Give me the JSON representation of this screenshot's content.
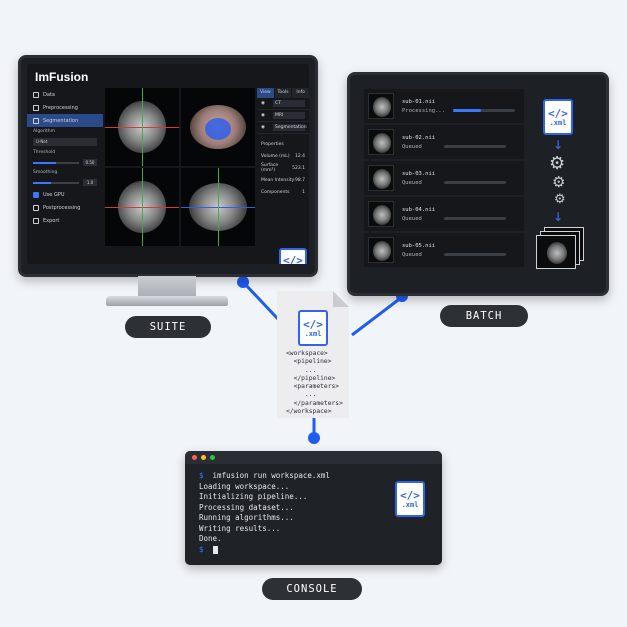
{
  "suite": {
    "logo": "ImFusion",
    "sidebar": [
      {
        "label": "Data",
        "icon": "file-icon"
      },
      {
        "label": "Preprocessing",
        "icon": "preprocess-icon"
      },
      {
        "label": "Segmentation",
        "icon": "segmentation-icon",
        "active": true
      }
    ],
    "params": {
      "algorithm_label": "Algorithm",
      "algorithm_value": "U-Net",
      "threshold_label": "Threshold",
      "threshold_value": "0.50",
      "threshold_level": 0.5,
      "smoothing_label": "Smoothing",
      "smoothing_value": "1.0",
      "smoothing_level": 0.4,
      "gpu_label": "Use GPU"
    },
    "sidebar_bottom": [
      {
        "label": "Postprocessing",
        "icon": "postprocess-icon"
      },
      {
        "label": "Export",
        "icon": "export-icon"
      }
    ],
    "tabs": [
      "View",
      "Tools",
      "Info"
    ],
    "layers": [
      "CT",
      "MRI",
      "Segmentation"
    ],
    "properties_title": "Properties",
    "properties": [
      {
        "label": "Volume (mL)",
        "value": "12.4"
      },
      {
        "label": "Surface (mm²)",
        "value": "523.1"
      },
      {
        "label": "Mean Intensity",
        "value": "98.7"
      },
      {
        "label": "Components",
        "value": "1"
      }
    ],
    "label": "SUITE"
  },
  "xml_icon": {
    "glyph": "</>",
    "ext": ".xml"
  },
  "batch": {
    "items": [
      {
        "name": "sub-01.nii",
        "status": "Processing...",
        "progress": 0.45
      },
      {
        "name": "sub-02.nii",
        "status": "Queued",
        "progress": 0
      },
      {
        "name": "sub-03.nii",
        "status": "Queued",
        "progress": 0
      },
      {
        "name": "sub-04.nii",
        "status": "Queued",
        "progress": 0
      },
      {
        "name": "sub-05.nii",
        "status": "Queued",
        "progress": 0
      }
    ],
    "label": "BATCH"
  },
  "workspace_xml": [
    "<workspace>",
    "  <pipeline>",
    "     ...",
    "  </pipeline>",
    "  <parameters>",
    "     ...",
    "  </parameters>",
    "</workspace>"
  ],
  "console": {
    "command": "imfusion run workspace.xml",
    "prompt": "$",
    "lines": [
      "Loading workspace...",
      "Initializing pipeline...",
      "Processing dataset...",
      "Running algorithms...",
      "Writing results...",
      "Done."
    ],
    "label": "CONSOLE"
  },
  "colors": {
    "accent": "#1f5cf0",
    "dark": "#2d3035",
    "background": "#f1f4f8"
  }
}
